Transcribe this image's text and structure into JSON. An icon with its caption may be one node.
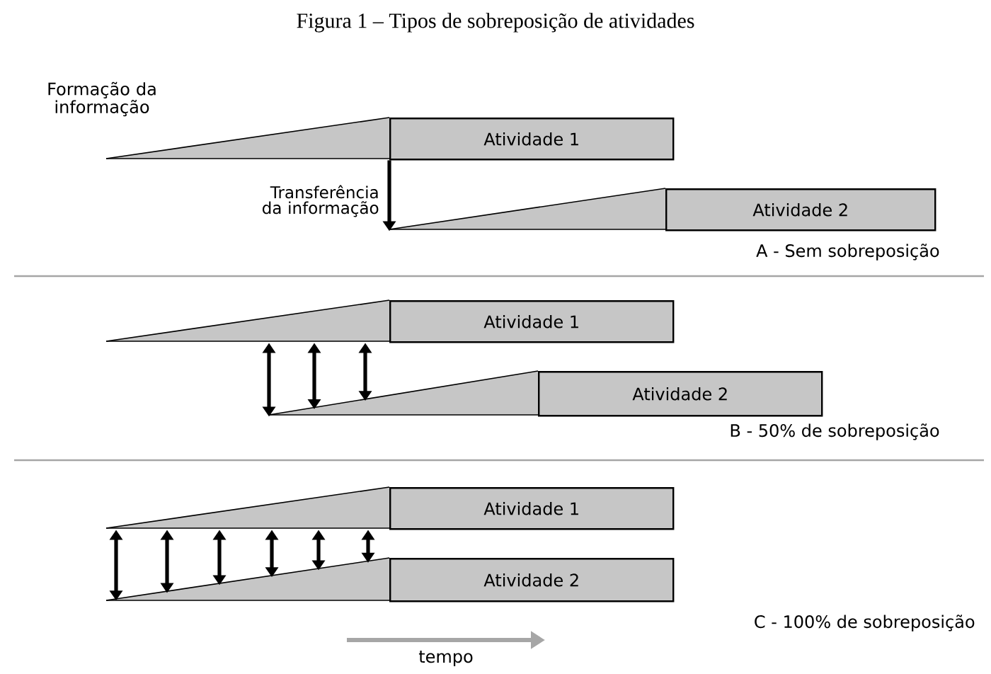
{
  "diagram": {
    "title": "Figura 1 – Tipos de sobreposição de atividades",
    "nodes": [
      {
        "text": [
          "Atividade 1"
        ]
      },
      {
        "text": [
          "Atividade 2"
        ]
      },
      {
        "text": [
          "Atividade 1"
        ]
      },
      {
        "text": [
          "Atividade 2"
        ]
      },
      {
        "text": [
          "Atividade 1"
        ]
      },
      {
        "text": [
          "Atividade 2"
        ]
      }
    ],
    "edges": [
      {
        "from": 0,
        "to": 1,
        "arrow": "to",
        "label": "Transferência da informação"
      },
      {
        "from": 2,
        "to": 3,
        "arrow": "both"
      },
      {
        "from": 2,
        "to": 3,
        "arrow": "both"
      },
      {
        "from": 2,
        "to": 3,
        "arrow": "both"
      },
      {
        "from": 4,
        "to": 5,
        "arrow": "both"
      },
      {
        "from": 4,
        "to": 5,
        "arrow": "both"
      },
      {
        "from": 4,
        "to": 5,
        "arrow": "both"
      },
      {
        "from": 4,
        "to": 5,
        "arrow": "both"
      },
      {
        "from": 4,
        "to": 5,
        "arrow": "both"
      },
      {
        "from": 4,
        "to": 5,
        "arrow": "both"
      }
    ],
    "labels": [
      "Formação da informação",
      "A - Sem sobreposição",
      "B - 50% de sobreposição",
      "C - 100% de sobreposição",
      "tempo"
    ]
  }
}
